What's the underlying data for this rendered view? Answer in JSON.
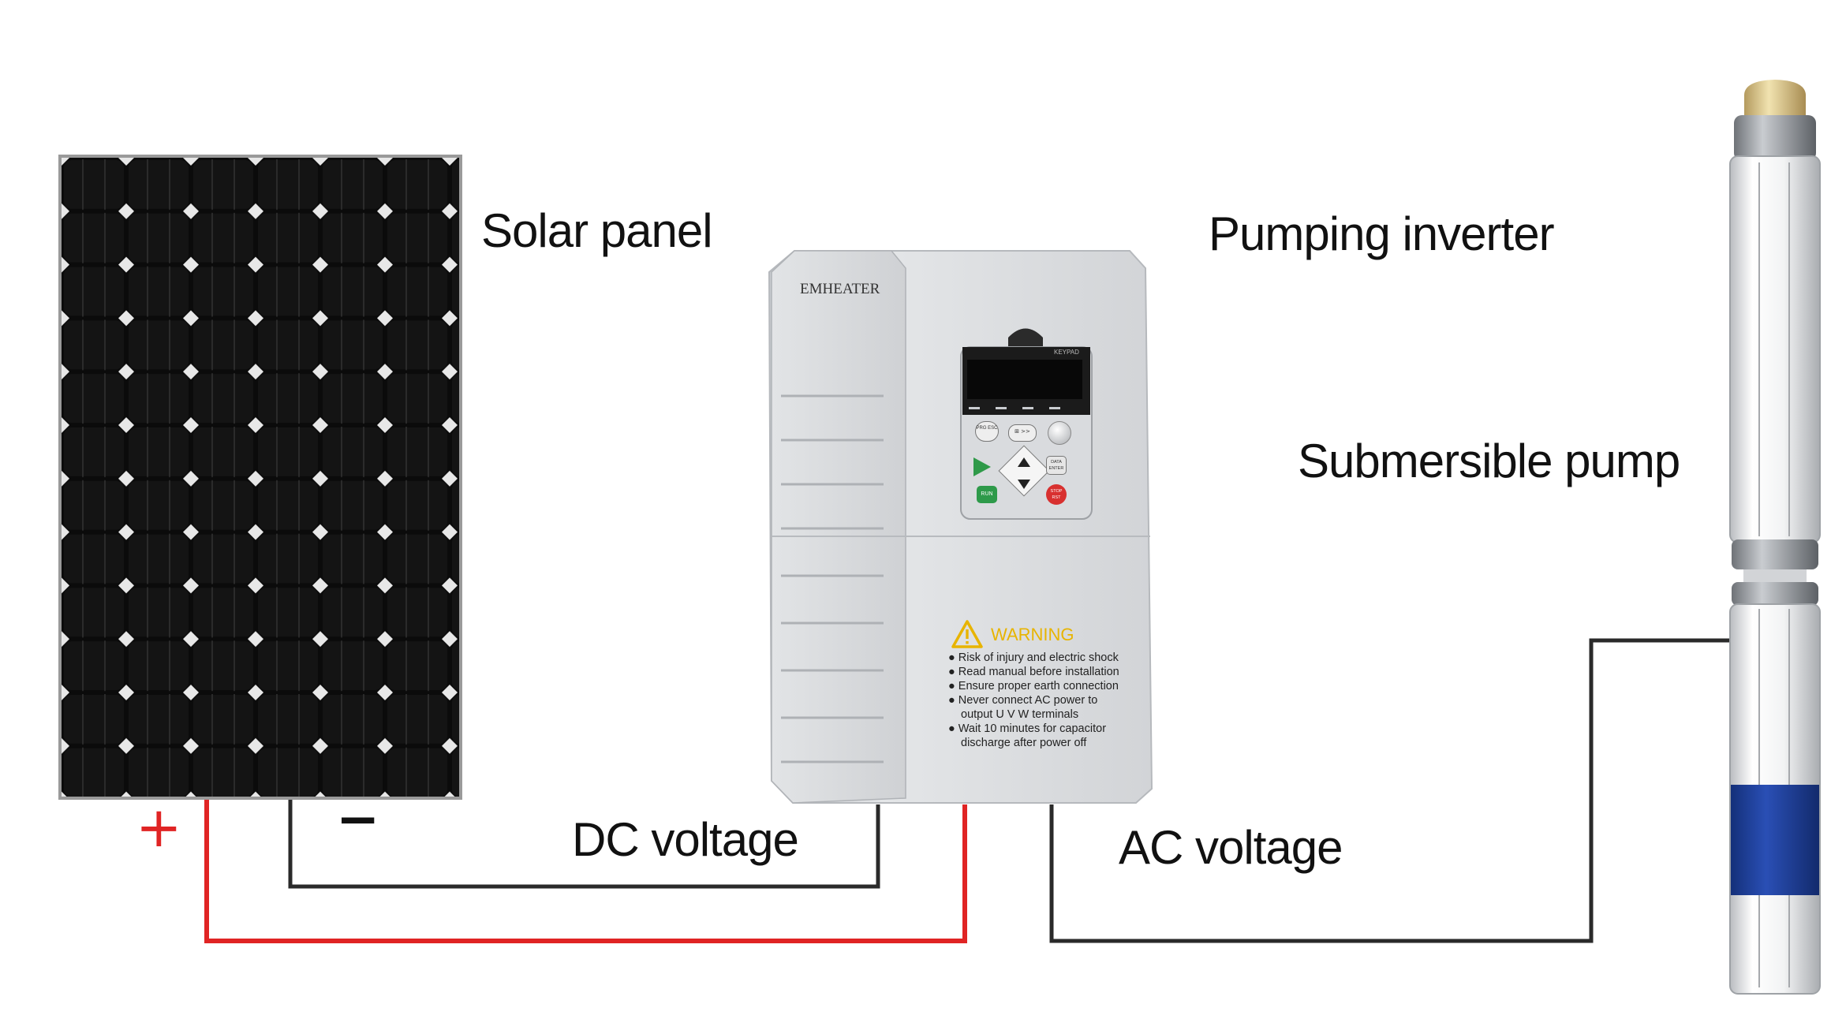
{
  "labels": {
    "solar_panel": "Solar panel",
    "pumping_inverter": "Pumping inverter",
    "submersible_pump": "Submersible pump",
    "dc_voltage": "DC voltage",
    "ac_voltage": "AC voltage",
    "plus": "+",
    "minus": "−"
  },
  "inverter": {
    "brand": "EMHEATER",
    "keypad_label": "KEYPAD",
    "buttons": {
      "prg": "PRG ESC",
      "shift": "⊞ >>",
      "data": "DATA ENTER",
      "run": "RUN",
      "stop": "STOP RST"
    },
    "warning": {
      "title": "WARNING",
      "lines": [
        "● Risk of injury and electric shock",
        "● Read manual before installation",
        "● Ensure proper earth connection",
        "● Never connect AC power to",
        "output U V W terminals",
        "● Wait 10 minutes for capacitor",
        "discharge after power off"
      ]
    }
  },
  "colors": {
    "positive_wire": "#e02424",
    "negative_wire": "#2a2a2a",
    "pump_band": "#1f3f99",
    "warning_yellow": "#e8b400"
  },
  "icons": {
    "warning": "warning-triangle-icon",
    "knob": "potentiometer-knob-icon"
  }
}
